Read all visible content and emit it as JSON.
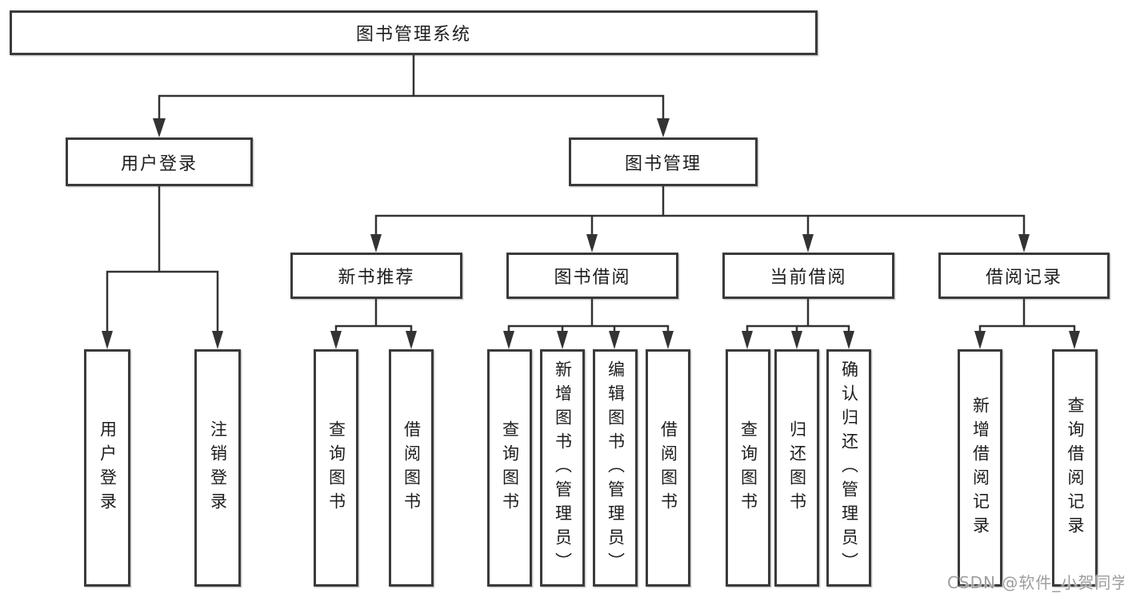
{
  "tree": {
    "label": "图书管理系统",
    "children": [
      {
        "label": "用户登录",
        "children": [
          {
            "label": "用户登录"
          },
          {
            "label": "注销登录"
          }
        ]
      },
      {
        "label": "图书管理",
        "children": [
          {
            "label": "新书推荐",
            "children": [
              {
                "label": "查询图书"
              },
              {
                "label": "借阅图书"
              }
            ]
          },
          {
            "label": "图书借阅",
            "children": [
              {
                "label": "查询图书"
              },
              {
                "label": "新增图书（管理员）"
              },
              {
                "label": "编辑图书（管理员）"
              },
              {
                "label": "借阅图书"
              }
            ]
          },
          {
            "label": "当前借阅",
            "children": [
              {
                "label": "查询图书"
              },
              {
                "label": "归还图书"
              },
              {
                "label": "确认归还（管理员）"
              }
            ]
          },
          {
            "label": "借阅记录",
            "children": [
              {
                "label": "新增借阅记录"
              },
              {
                "label": "查询借阅记录"
              }
            ]
          }
        ]
      }
    ]
  },
  "watermark": {
    "text": "CSDN @软件_小贺同学"
  },
  "colors": {
    "line": "#333333",
    "box_border": "#3a3a3a",
    "text": "#1d1d1d",
    "watermark_text": "#9e9e9e",
    "background": "#ffffff"
  }
}
